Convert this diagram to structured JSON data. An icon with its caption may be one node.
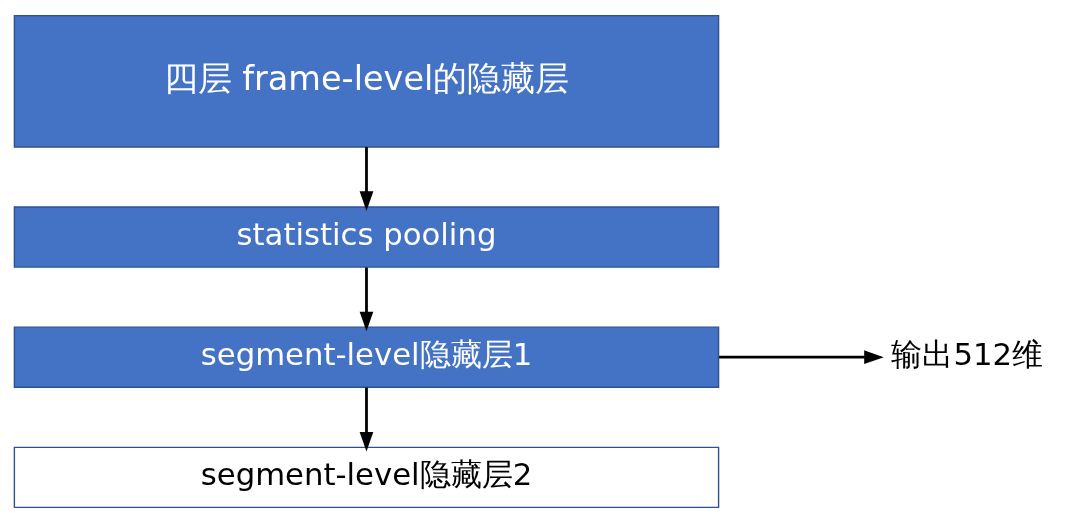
{
  "diagram": {
    "nodes": [
      {
        "text": [
          "四层 frame-level的隐藏层"
        ]
      },
      {
        "text": [
          "statistics pooling"
        ]
      },
      {
        "text": [
          "segment-level隐藏层1"
        ]
      },
      {
        "text": [
          "segment-level隐藏层2"
        ]
      },
      {
        "text": [
          "输出512维"
        ]
      }
    ],
    "edges": [
      {
        "from": 0,
        "to": 1,
        "arrow": "to"
      },
      {
        "from": 1,
        "to": 2,
        "arrow": "to"
      },
      {
        "from": 2,
        "to": 3,
        "arrow": "to"
      },
      {
        "from": 2,
        "to": 4,
        "arrow": "to"
      }
    ]
  }
}
